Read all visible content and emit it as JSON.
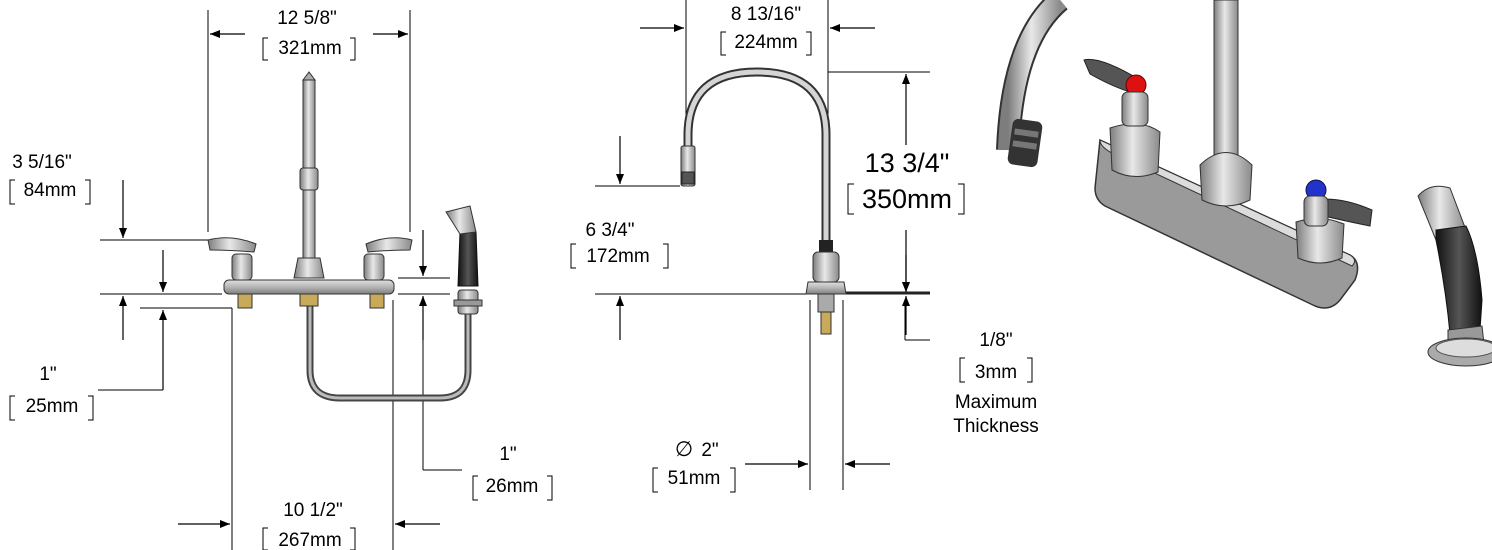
{
  "dimensions": {
    "width_total": {
      "imperial": "12 5/8\"",
      "metric": "321mm"
    },
    "handle_height": {
      "imperial": "3 5/16\"",
      "metric": "84mm"
    },
    "base_height": {
      "imperial": "1\"",
      "metric": "25mm"
    },
    "spray_offset": {
      "imperial": "1\"",
      "metric": "26mm"
    },
    "center_spacing": {
      "imperial": "10 1/2\"",
      "metric": "267mm"
    },
    "spout_reach": {
      "imperial": "8 13/16\"",
      "metric": "224mm"
    },
    "spout_height": {
      "imperial": "13 3/4\"",
      "metric": "350mm"
    },
    "outlet_height": {
      "imperial": "6 3/4\"",
      "metric": "172mm"
    },
    "shank_diameter": {
      "imperial": "2\"",
      "metric": "51mm",
      "symbol": "∅"
    },
    "deck_thickness": {
      "imperial": "1/8\"",
      "metric": "3mm",
      "note_line1": "Maximum",
      "note_line2": "Thickness"
    }
  }
}
